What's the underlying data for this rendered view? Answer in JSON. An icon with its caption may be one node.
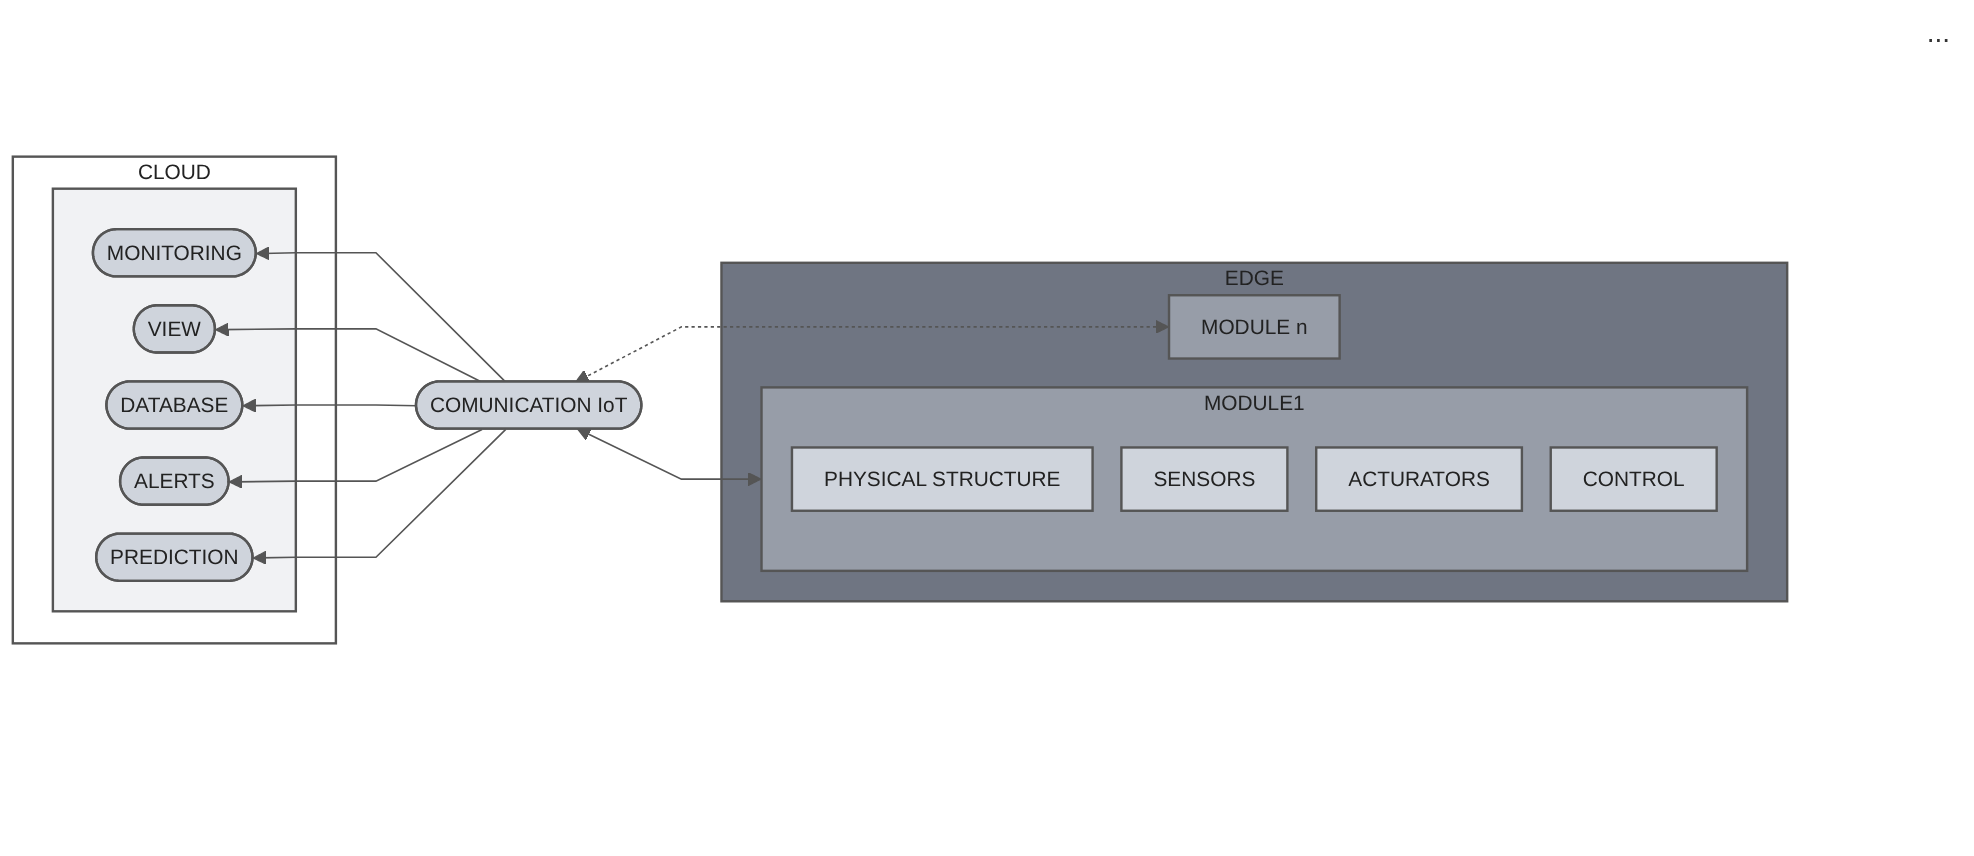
{
  "diagram": {
    "nodes": [
      {
        "text": [
          "CLOUD"
        ]
      },
      {
        "text": [],
        "shape": "box",
        "in": 0
      },
      {
        "text": [
          "MONITORING"
        ],
        "in": 1
      },
      {
        "text": [
          "VIEW"
        ],
        "in": 1
      },
      {
        "text": [
          "DATABASE"
        ],
        "in": 1
      },
      {
        "text": [
          "ALERTS"
        ],
        "in": 1
      },
      {
        "text": [
          "PREDICTION"
        ],
        "in": 1
      },
      {
        "text": [
          "COMUNICATION IoT"
        ]
      },
      {
        "text": [
          "EDGE"
        ]
      },
      {
        "text": [
          "MODULE1"
        ],
        "in": 8
      },
      {
        "text": [
          "PHYSICAL STRUCTURE"
        ],
        "in": 9
      },
      {
        "text": [
          "SENSORS"
        ],
        "in": 9
      },
      {
        "text": [
          "ACTURATORS"
        ],
        "in": 9
      },
      {
        "text": [
          "CONTROL"
        ],
        "in": 9
      },
      {
        "text": [
          "MODULE n"
        ],
        "in": 8
      }
    ],
    "edges": [
      {
        "from": 7,
        "to": 2,
        "arrow": "to"
      },
      {
        "from": 7,
        "to": 3,
        "arrow": "to"
      },
      {
        "from": 7,
        "to": 4,
        "arrow": "to"
      },
      {
        "from": 7,
        "to": 5,
        "arrow": "to"
      },
      {
        "from": 7,
        "to": 6,
        "arrow": "to"
      },
      {
        "from": 9,
        "to": 7,
        "arrow": "both"
      },
      {
        "from": 14,
        "to": 7,
        "arrow": "both",
        "style": "dashed"
      }
    ],
    "labels": [
      "..."
    ]
  }
}
